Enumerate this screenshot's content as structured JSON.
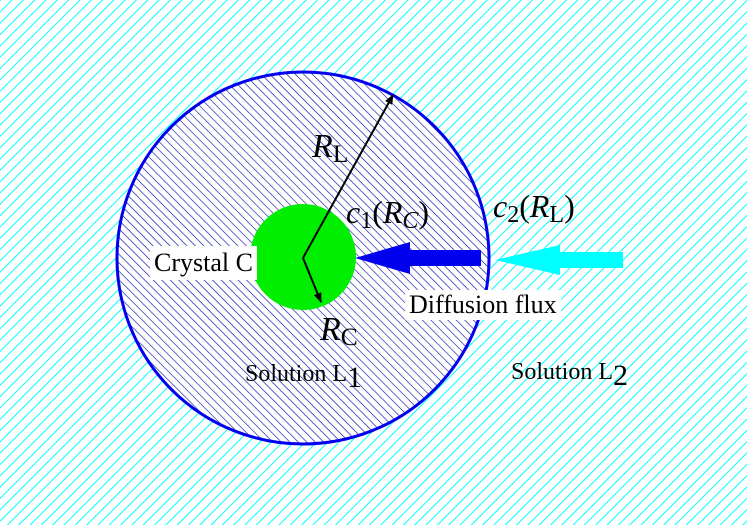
{
  "colors": {
    "outer_hatch": "#00ffff",
    "inner_hatch": "#0000aa",
    "boundary": "#0000ee",
    "crystal": "#00ee00",
    "flux_inner_arrow": "#0000ee",
    "flux_outer_arrow": "#00ffff",
    "radius_arrows": "#000000"
  },
  "labels": {
    "r_l": {
      "main": "R",
      "sub": "L"
    },
    "r_c": {
      "main": "R",
      "sub": "C"
    },
    "c1": {
      "main": "c",
      "sub": "1",
      "arg_main": "R",
      "arg_sub": "C"
    },
    "c2": {
      "main": "c",
      "sub": "2",
      "arg_main": "R",
      "arg_sub": "L"
    },
    "crystal": "Crystal C",
    "diffusion_flux": "Diffusion flux",
    "solution_l1": {
      "main": "Solution L",
      "sub": "1"
    },
    "solution_l2": {
      "main": "Solution L",
      "sub": "2"
    }
  }
}
